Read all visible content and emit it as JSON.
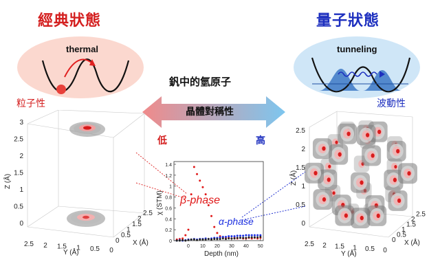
{
  "headings": {
    "classical": "經典狀態",
    "quantum": "量子狀態",
    "particle": "粒子性",
    "wave": "波動性",
    "center_title": "釩中的氫原子",
    "symmetry": "晶體對稱性",
    "low": "低",
    "high": "高"
  },
  "ovals": {
    "left_label": "thermal",
    "right_label": "tunneling"
  },
  "left_plot": {
    "z_label": "Z (Å)",
    "y_label": "Y (Å)",
    "x_label": "X (Å)",
    "z_ticks": [
      "0",
      "0.5",
      "1",
      "1.5",
      "2",
      "2.5",
      "3"
    ],
    "y_ticks": [
      "2.5",
      "2",
      "1.5",
      "1",
      "0.5",
      "0"
    ],
    "x_ticks": [
      "0",
      "0.5",
      "1",
      "1.5",
      "2",
      "2.5"
    ]
  },
  "right_plot": {
    "z_label": "Z (Å)",
    "y_label": "Y (Å)",
    "x_label": "X (Å)",
    "z_ticks": [
      "0",
      "0.5",
      "1",
      "1.5",
      "2",
      "2.5"
    ],
    "y_ticks": [
      "2.5",
      "2",
      "1.5",
      "1",
      "0.5",
      "0"
    ],
    "x_ticks": [
      "0",
      "0.5",
      "1",
      "1.5",
      "2",
      "2.5"
    ]
  },
  "phases": {
    "beta": "β-phase",
    "alpha": "α-phase"
  },
  "colors": {
    "red": "#d42020",
    "blue": "#1d2fbf",
    "arrow_left": "#f08a8a",
    "arrow_right": "#7dc6ef",
    "oval_left": "#fbd8cf",
    "oval_right": "#cfe6f7"
  },
  "chart_data": {
    "type": "scatter",
    "xlabel": "Depth (nm)",
    "ylabel": "χ (STM)",
    "xlim": [
      -10,
      52
    ],
    "ylim": [
      0,
      1.45
    ],
    "x_ticks": [
      0,
      10,
      20,
      30,
      40,
      50
    ],
    "y_ticks": [
      0,
      0.2,
      0.4,
      0.6,
      0.8,
      1.0,
      1.2,
      1.4
    ],
    "series": [
      {
        "name": "β-phase",
        "color": "#e01818",
        "x": [
          -8,
          -6,
          -4,
          -2,
          0,
          2,
          4,
          6,
          8,
          10,
          12,
          14,
          16,
          18,
          20,
          22,
          24,
          26,
          28,
          30,
          32,
          34,
          36,
          38,
          40,
          42,
          44,
          46,
          48,
          50
        ],
        "y": [
          0.02,
          0.03,
          0.04,
          0.1,
          0.2,
          0.85,
          1.35,
          1.22,
          1.1,
          0.98,
          0.85,
          0.65,
          0.45,
          0.25,
          0.14,
          0.08,
          0.06,
          0.05,
          0.05,
          0.04,
          0.05,
          0.04,
          0.05,
          0.04,
          0.04,
          0.05,
          0.04,
          0.05,
          0.04,
          0.05
        ]
      },
      {
        "name": "α-phase",
        "color": "#1b2ee0",
        "x": [
          -8,
          -6,
          -4,
          -2,
          0,
          2,
          4,
          6,
          8,
          10,
          12,
          14,
          16,
          18,
          20,
          22,
          24,
          26,
          28,
          30,
          32,
          34,
          36,
          38,
          40,
          42,
          44,
          46,
          48,
          50
        ],
        "y": [
          0.0,
          0.01,
          0.0,
          0.01,
          0.02,
          0.02,
          0.03,
          0.02,
          0.03,
          0.03,
          0.04,
          0.03,
          0.04,
          0.05,
          0.05,
          0.06,
          0.07,
          0.07,
          0.08,
          0.08,
          0.08,
          0.09,
          0.09,
          0.09,
          0.1,
          0.1,
          0.1,
          0.1,
          0.1,
          0.1
        ]
      },
      {
        "name": "",
        "color": "#222222",
        "x": [
          -8,
          -6,
          -4,
          -2,
          0,
          2,
          4,
          6,
          8,
          10,
          12,
          14,
          16,
          18,
          20,
          22,
          24,
          26,
          28,
          30,
          32,
          34,
          36,
          38,
          40,
          42,
          44,
          46,
          48,
          50
        ],
        "y": [
          0.0,
          0.0,
          0.01,
          0.0,
          0.01,
          0.02,
          0.02,
          0.01,
          0.02,
          0.02,
          0.02,
          0.03,
          0.02,
          0.03,
          0.03,
          0.03,
          0.04,
          0.03,
          0.04,
          0.04,
          0.04,
          0.05,
          0.05,
          0.05,
          0.05,
          0.06,
          0.06,
          0.06,
          0.06,
          0.07
        ]
      }
    ]
  }
}
